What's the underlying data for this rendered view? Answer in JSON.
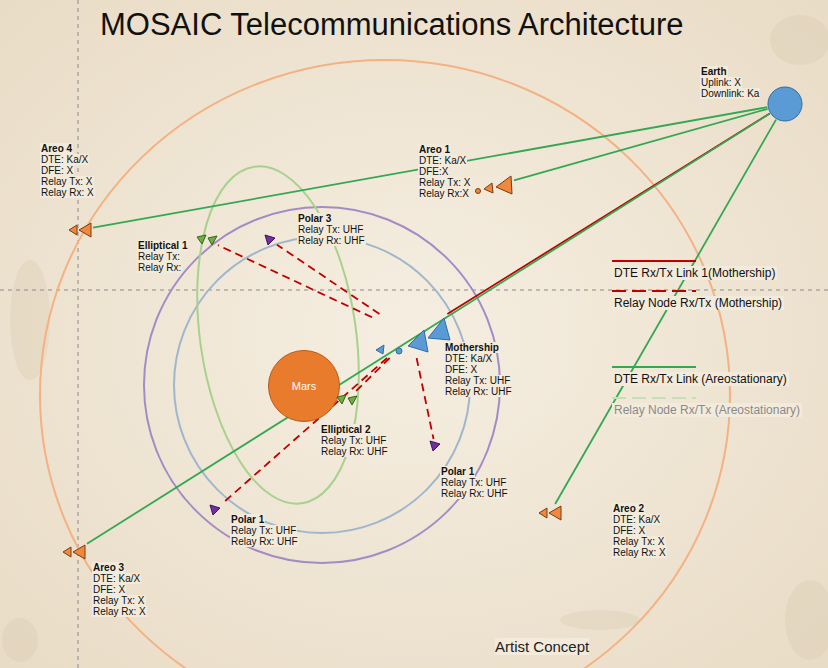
{
  "diagram": {
    "title": "MOSAIC Telecommunications Architecture",
    "nodes": [
      {
        "text": [
          "Earth",
          "Uplink: X",
          "Downlink: Ka"
        ]
      },
      {
        "text": [
          "Areo 4",
          "DTE: Ka/X",
          "DFE: X",
          "Relay Tx: X",
          "Relay Rx: X"
        ]
      },
      {
        "text": [
          "Areo 1",
          "DTE: Ka/X",
          "DFE:X",
          "Relay Tx: X",
          "Relay Rx:X"
        ]
      },
      {
        "text": [
          "Polar 3",
          "Relay Tx: UHF",
          "Relay Rx: UHF"
        ]
      },
      {
        "text": [
          "Elliptical 1",
          "Relay Tx:",
          "Relay Rx:"
        ]
      },
      {
        "text": [
          "Mothership",
          "DTE: Ka/X",
          "DFE: X",
          "Relay Tx: UHF",
          "Relay Rx: UHF"
        ]
      },
      {
        "text": [
          "Mars"
        ]
      },
      {
        "text": [
          "Elliptical 2",
          "Relay Tx: UHF",
          "Relay Rx: UHF"
        ]
      },
      {
        "text": [
          "Polar 1",
          "Relay Tx: UHF",
          "Relay Rx: UHF"
        ]
      },
      {
        "text": [
          "Areo 3",
          "DTE: Ka/X",
          "DFE: X",
          "Relay Tx: X",
          "Relay Rx: X"
        ]
      },
      {
        "text": [
          "Polar 1",
          "Relay Tx: UHF",
          "Relay Rx: UHF"
        ]
      },
      {
        "text": [
          "Areo 2",
          "DTE: Ka/X",
          "DFE: X",
          "Relay Tx: X",
          "Relay Rx: X"
        ]
      }
    ],
    "edges": [
      {
        "from": 0,
        "to": 1,
        "arrow": "none"
      },
      {
        "from": 0,
        "to": 2,
        "arrow": "none"
      },
      {
        "from": 0,
        "to": 5,
        "arrow": "none"
      },
      {
        "from": 0,
        "to": 9,
        "arrow": "none"
      },
      {
        "from": 0,
        "to": 11,
        "arrow": "none"
      },
      {
        "from": 5,
        "to": 4,
        "arrow": "none"
      },
      {
        "from": 5,
        "to": 3,
        "arrow": "none"
      },
      {
        "from": 5,
        "to": 7,
        "arrow": "none"
      },
      {
        "from": 5,
        "to": 8,
        "arrow": "none"
      },
      {
        "from": 5,
        "to": 10,
        "arrow": "none"
      }
    ],
    "labels": [
      "Artist Concept"
    ],
    "legend": [
      {
        "text": "DTE Rx/Tx Link 1(Mothership)"
      },
      {
        "text": "Relay Node Rx/Tx (Mothership)"
      },
      {
        "text": "DTE Rx/Tx Link (Areostationary)"
      },
      {
        "text": "Relay Node Rx/Tx (Areostationary)"
      }
    ]
  }
}
